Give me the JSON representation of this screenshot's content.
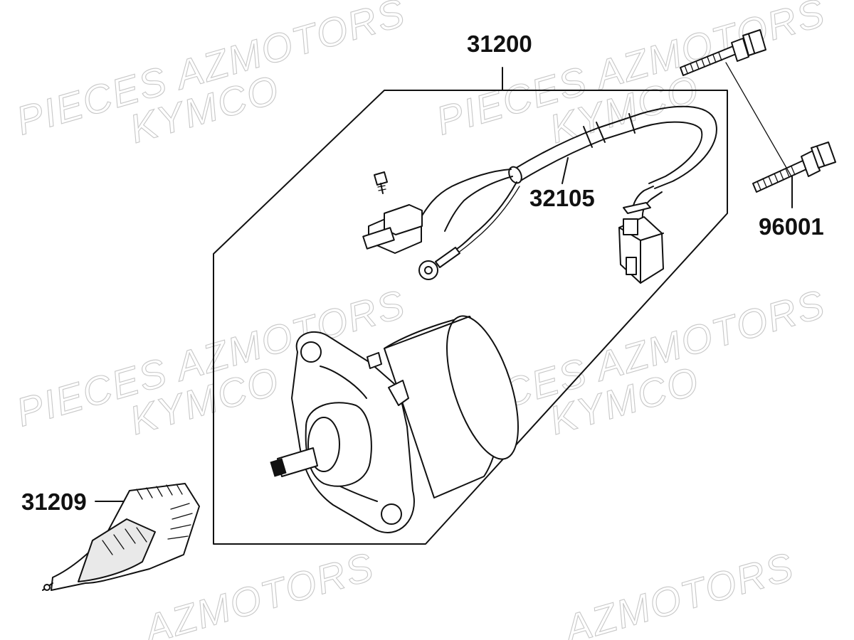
{
  "watermarks": [
    {
      "line1": "PIECES AZMOTORS",
      "line2": "KYMCO"
    },
    {
      "line1": "PIECES AZMOTORS",
      "line2": "KYMCO"
    },
    {
      "line1": "PIECES AZMOTORS",
      "line2": "KYMCO"
    },
    {
      "line1": "PIECES AZMOTORS",
      "line2": "KYMCO"
    },
    {
      "line1": "AZMOTORS"
    },
    {
      "line1": "AZMOTORS"
    }
  ],
  "parts": {
    "starter_assembly": "31200",
    "wire_harness": "32105",
    "bolts": "96001",
    "starter_clutch_gear": "31209"
  }
}
